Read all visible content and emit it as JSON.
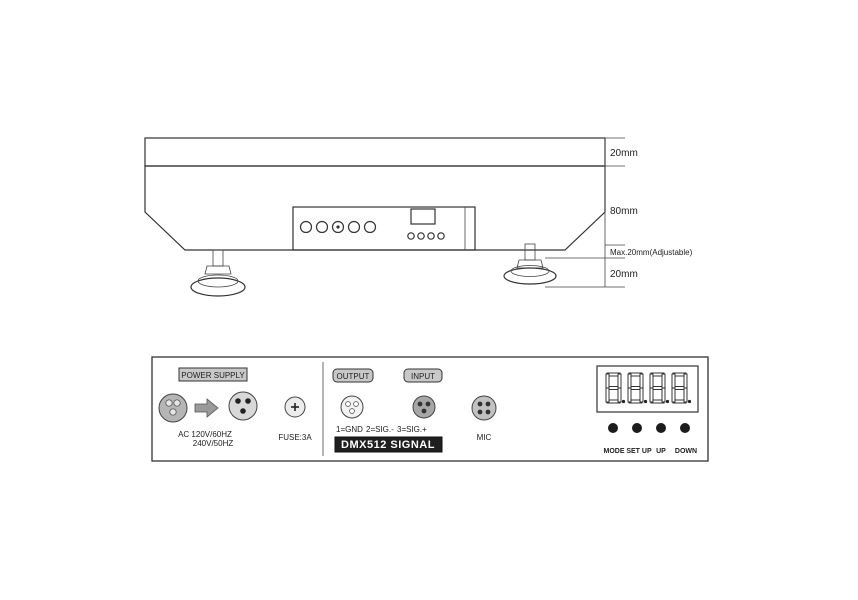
{
  "side_view": {
    "dimensions": {
      "top": "20mm",
      "body": "80mm",
      "adjust": "Max.20mm(Adjustable)",
      "foot": "20mm"
    }
  },
  "rear_panel": {
    "power": {
      "title": "POWER SUPPLY",
      "rating_line1": "AC 120V/60HZ",
      "rating_line2": "240V/50HZ",
      "fuse": "FUSE:3A"
    },
    "dmx": {
      "output_tag": "OUTPUT",
      "input_tag": "INPUT",
      "pin1": "1=GND",
      "pin2": "2=SIG.-",
      "pin3": "3=SIG.+",
      "banner": "DMX512 SIGNAL"
    },
    "mic": "MIC",
    "display_digits": "8.8.8.8.",
    "buttons": {
      "mode": "MODE",
      "setup": "SET UP",
      "up": "UP",
      "down": "DOWN"
    }
  }
}
